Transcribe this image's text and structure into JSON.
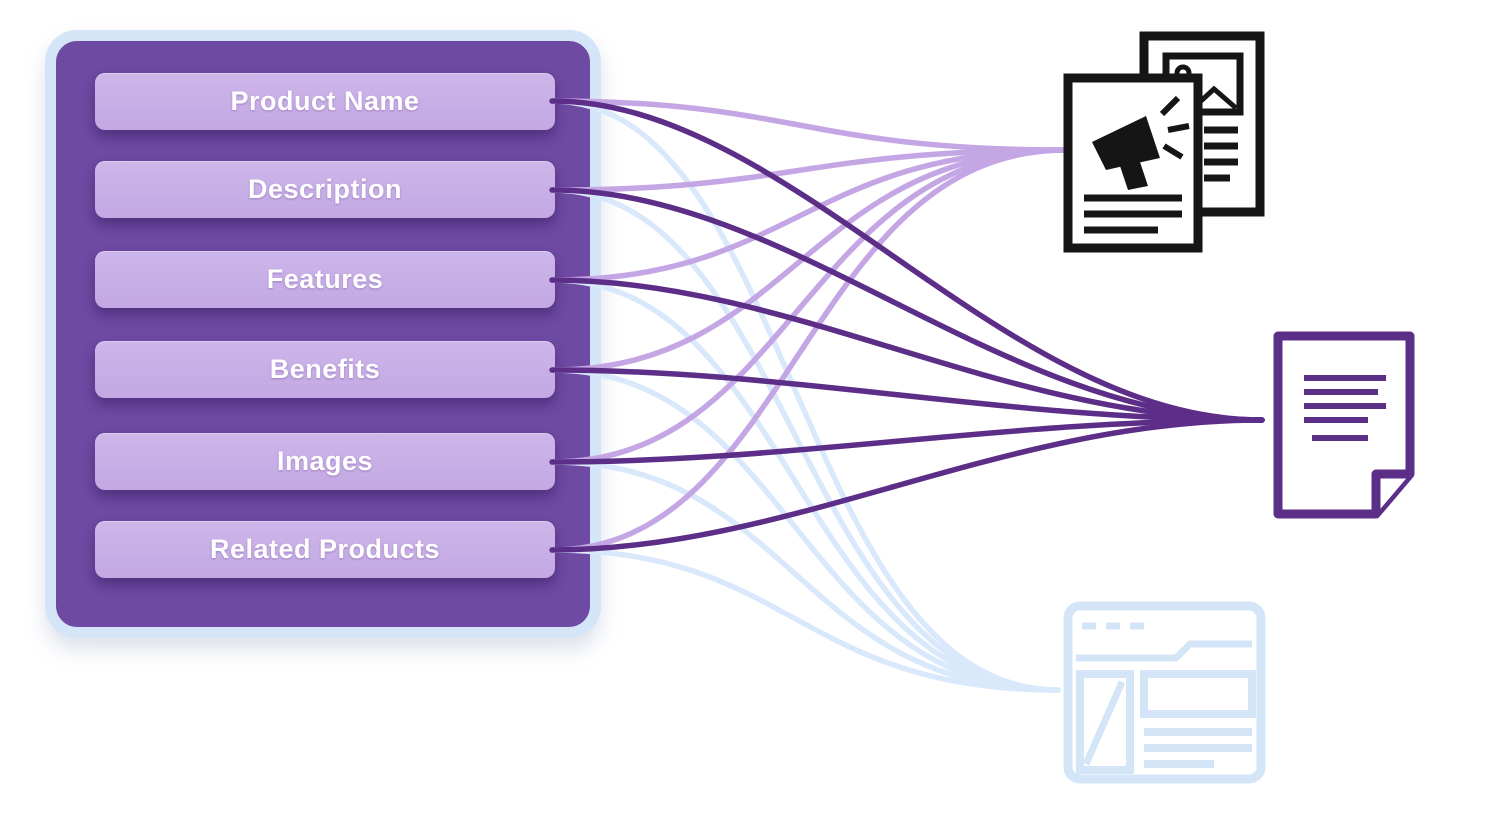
{
  "diagram": {
    "panel": {
      "items": [
        {
          "label": "Product Name"
        },
        {
          "label": "Description"
        },
        {
          "label": "Features"
        },
        {
          "label": "Benefits"
        },
        {
          "label": "Images"
        },
        {
          "label": "Related Products"
        }
      ]
    },
    "targets": [
      {
        "id": "webpage",
        "icon": "browser-window-icon",
        "line_color": "#d9e9fb"
      },
      {
        "id": "marketing-doc",
        "icon": "marketing-document-icon",
        "line_color": "#c4a6e4"
      },
      {
        "id": "text-doc",
        "icon": "text-document-icon",
        "line_color": "#5c2e88"
      }
    ],
    "connections": [
      {
        "from": 0,
        "to": "webpage"
      },
      {
        "from": 1,
        "to": "webpage"
      },
      {
        "from": 2,
        "to": "webpage"
      },
      {
        "from": 3,
        "to": "webpage"
      },
      {
        "from": 4,
        "to": "webpage"
      },
      {
        "from": 5,
        "to": "webpage"
      },
      {
        "from": 0,
        "to": "marketing-doc"
      },
      {
        "from": 1,
        "to": "marketing-doc"
      },
      {
        "from": 2,
        "to": "marketing-doc"
      },
      {
        "from": 3,
        "to": "marketing-doc"
      },
      {
        "from": 4,
        "to": "marketing-doc"
      },
      {
        "from": 5,
        "to": "marketing-doc"
      },
      {
        "from": 0,
        "to": "text-doc"
      },
      {
        "from": 1,
        "to": "text-doc"
      },
      {
        "from": 2,
        "to": "text-doc"
      },
      {
        "from": 3,
        "to": "text-doc"
      },
      {
        "from": 4,
        "to": "text-doc"
      },
      {
        "from": 5,
        "to": "text-doc"
      }
    ],
    "colors": {
      "panel_fill": "#6e4aa3",
      "panel_border": "#d5e5f8",
      "box_fill": "#c9b0e8",
      "box_text": "#ffffff",
      "marketing_icon": "#151515",
      "text_doc_icon": "#5b2e87",
      "webpage_icon": "#d4e5f7"
    }
  }
}
